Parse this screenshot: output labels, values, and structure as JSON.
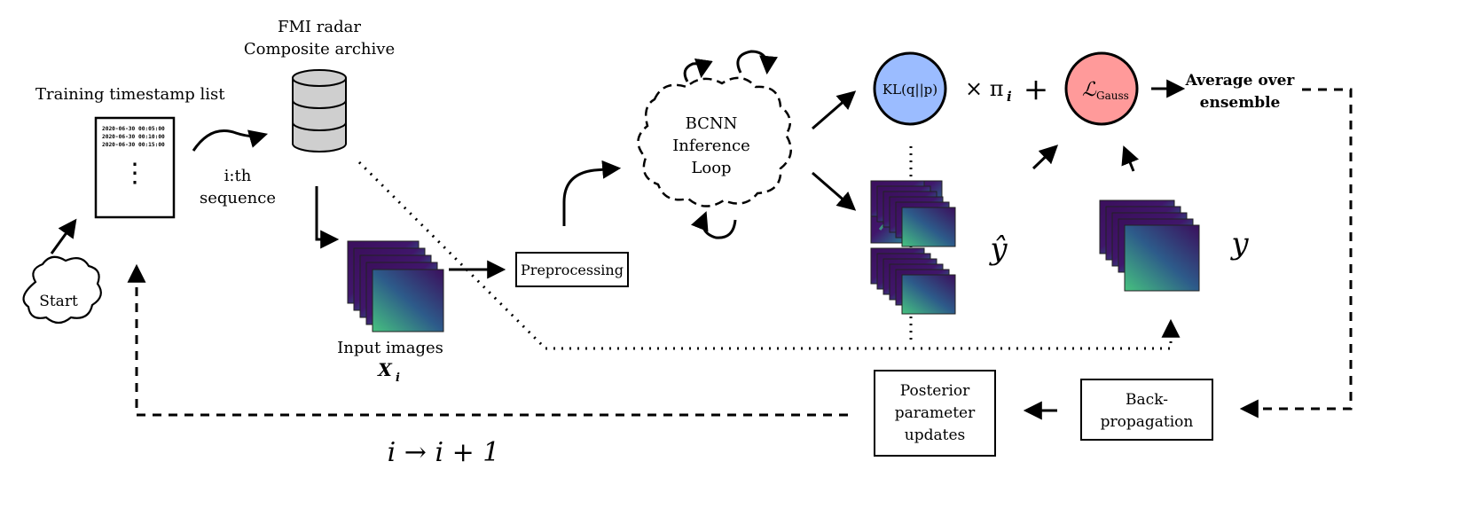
{
  "labels": {
    "start": "Start",
    "timestamp_list_title": "Training timestamp list",
    "timestamps": [
      "2020-06-30 00:05:00",
      "2020-06-30 00:10:00",
      "2020-06-30 00:15:00"
    ],
    "ellipsis": "⋮",
    "sequence_line1": "i:th",
    "sequence_line2": "sequence",
    "archive_line1": "FMI radar",
    "archive_line2": "Composite archive",
    "input_images_line1": "Input images",
    "input_images_line2": "X",
    "input_images_sub": "i",
    "preprocessing": "Preprocessing",
    "bcnn_line1": "BCNN",
    "bcnn_line2": "Inference",
    "bcnn_line3": "Loop",
    "kl": "KL(q||p)",
    "times_pi": "× π",
    "pi_sub": "i",
    "plus": "+",
    "loss_main": "ℒ",
    "loss_sub": "Gauss",
    "average_line1": "Average over",
    "average_line2": "ensemble",
    "y_hat": "ŷ",
    "y": "y",
    "backprop_line1": "Back-",
    "backprop_line2": "propagation",
    "posterior_line1": "Posterior",
    "posterior_line2": "parameter",
    "posterior_line3": "updates",
    "iteration": "i → i + 1"
  },
  "colors": {
    "kl_fill": "#9bbcff",
    "loss_fill": "#ff9a9a",
    "cylinder_fill": "#cfcfcf",
    "radar_dark": "#3b0f5c",
    "radar_mid": "#2a6f8f",
    "radar_light": "#3fbf8a"
  }
}
